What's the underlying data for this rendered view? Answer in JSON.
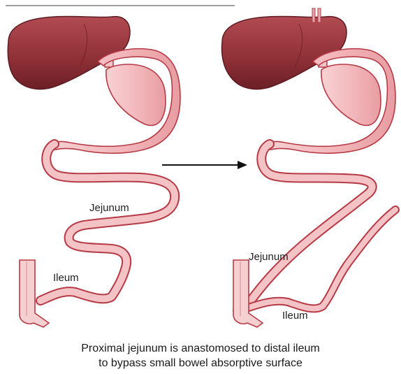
{
  "diagram": {
    "before": {
      "jejunum_label": "Jejunum",
      "ileum_label": "Ileum"
    },
    "after": {
      "jejunum_label": "Jejunum",
      "ileum_label": "Ileum"
    },
    "caption_line1": "Proximal jejunum is anastomosed to distal ileum",
    "caption_line2": "to bypass small bowel absorptive surface",
    "colors": {
      "liver": "#8e2f36",
      "bowel_fill": "#f4c3c5",
      "bowel_outline": "#b63a45",
      "arrow": "#111111"
    }
  }
}
